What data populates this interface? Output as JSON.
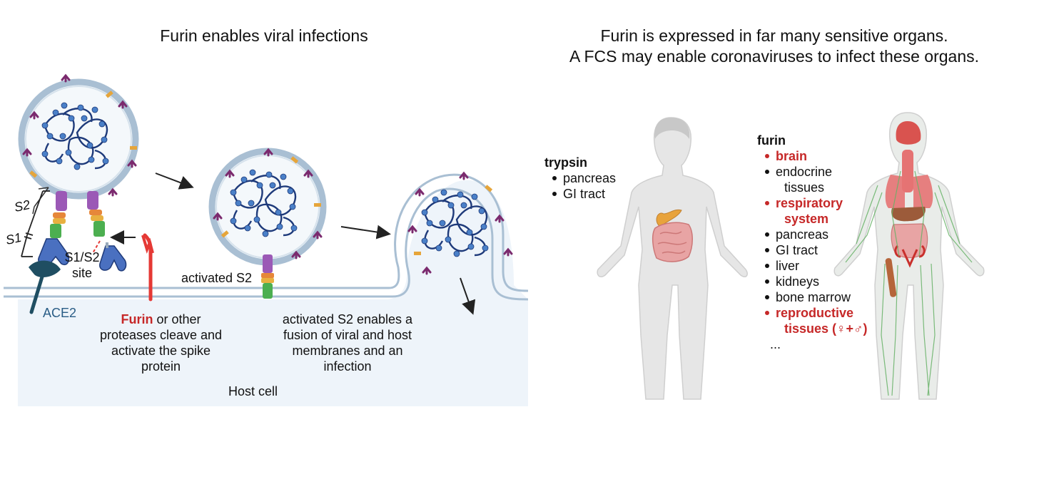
{
  "left_title": "Furin enables viral infections",
  "right_title_line1": "Furin is expressed in far many sensitive organs.",
  "right_title_line2": "A FCS may enable coronaviruses to infect these organs.",
  "labels": {
    "s2": "S2",
    "s1": "S1",
    "s1s2_line1": "S1/S2",
    "s1s2_line2": "site",
    "ace2": "ACE2",
    "furin_word": "Furin",
    "furin_rest_line1": " or other",
    "furin_line2": "proteases cleave and",
    "furin_line3": "activate the spike",
    "furin_line4": "protein",
    "activated_s2": "activated S2",
    "fusion_line1": "activated S2 enables a",
    "fusion_line2": "fusion of viral and host",
    "fusion_line3": "membranes and an",
    "fusion_line4": "infection",
    "host_cell": "Host cell"
  },
  "trypsin": {
    "heading": "trypsin",
    "items": [
      "pancreas",
      "GI tract"
    ]
  },
  "furin": {
    "heading": "furin",
    "items": [
      {
        "text": "brain",
        "highlight": true
      },
      {
        "text": "endocrine",
        "highlight": false
      },
      {
        "text": "tissues",
        "highlight": false,
        "continuation": true
      },
      {
        "text": "respiratory",
        "highlight": true
      },
      {
        "text": "system",
        "highlight": true,
        "continuation": true
      },
      {
        "text": "pancreas",
        "highlight": false
      },
      {
        "text": "GI tract",
        "highlight": false
      },
      {
        "text": "liver",
        "highlight": false
      },
      {
        "text": "kidneys",
        "highlight": false
      },
      {
        "text": "bone marrow",
        "highlight": false
      },
      {
        "text": "reproductive",
        "highlight": true
      },
      {
        "text": "tissues (♀+♂)",
        "highlight": true,
        "continuation": true
      }
    ],
    "ellipsis": "..."
  },
  "colors": {
    "highlight_red": "#c62828",
    "membrane_blue": "#a9bfd3",
    "host_cell_fill": "#eef4fa",
    "rna_blue": "#1e3a7a",
    "nucleotide_blue": "#4a80c8",
    "spike_purple": "#9b59b6",
    "spike_orange": "#e6873a",
    "spike_green": "#4caf50",
    "ace2_teal": "#1f4e62",
    "body_gray": "#e6e6e6"
  }
}
